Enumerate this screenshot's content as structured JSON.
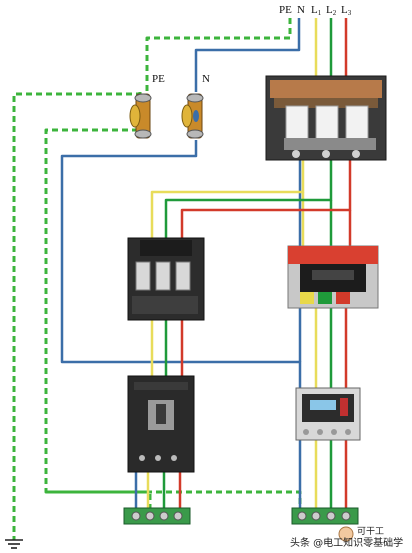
{
  "labels": {
    "top_pe": "PE",
    "top_n": "N",
    "top_l1": "L",
    "top_l1_sub": "1",
    "top_l2": "L",
    "top_l2_sub": "2",
    "top_l3": "L",
    "top_l3_sub": "3",
    "pe_terminal": "PE",
    "n_terminal": "N"
  },
  "watermark": {
    "text": "头条 @电工知识零基础学",
    "avatar": "可干工"
  },
  "colors": {
    "pe_wire": "#3cb43c",
    "n_wire": "#3b6ea8",
    "l1_wire": "#e8dc5a",
    "l2_wire": "#1f9a3a",
    "l3_wire": "#d23a2a",
    "background": "#ffffff"
  }
}
